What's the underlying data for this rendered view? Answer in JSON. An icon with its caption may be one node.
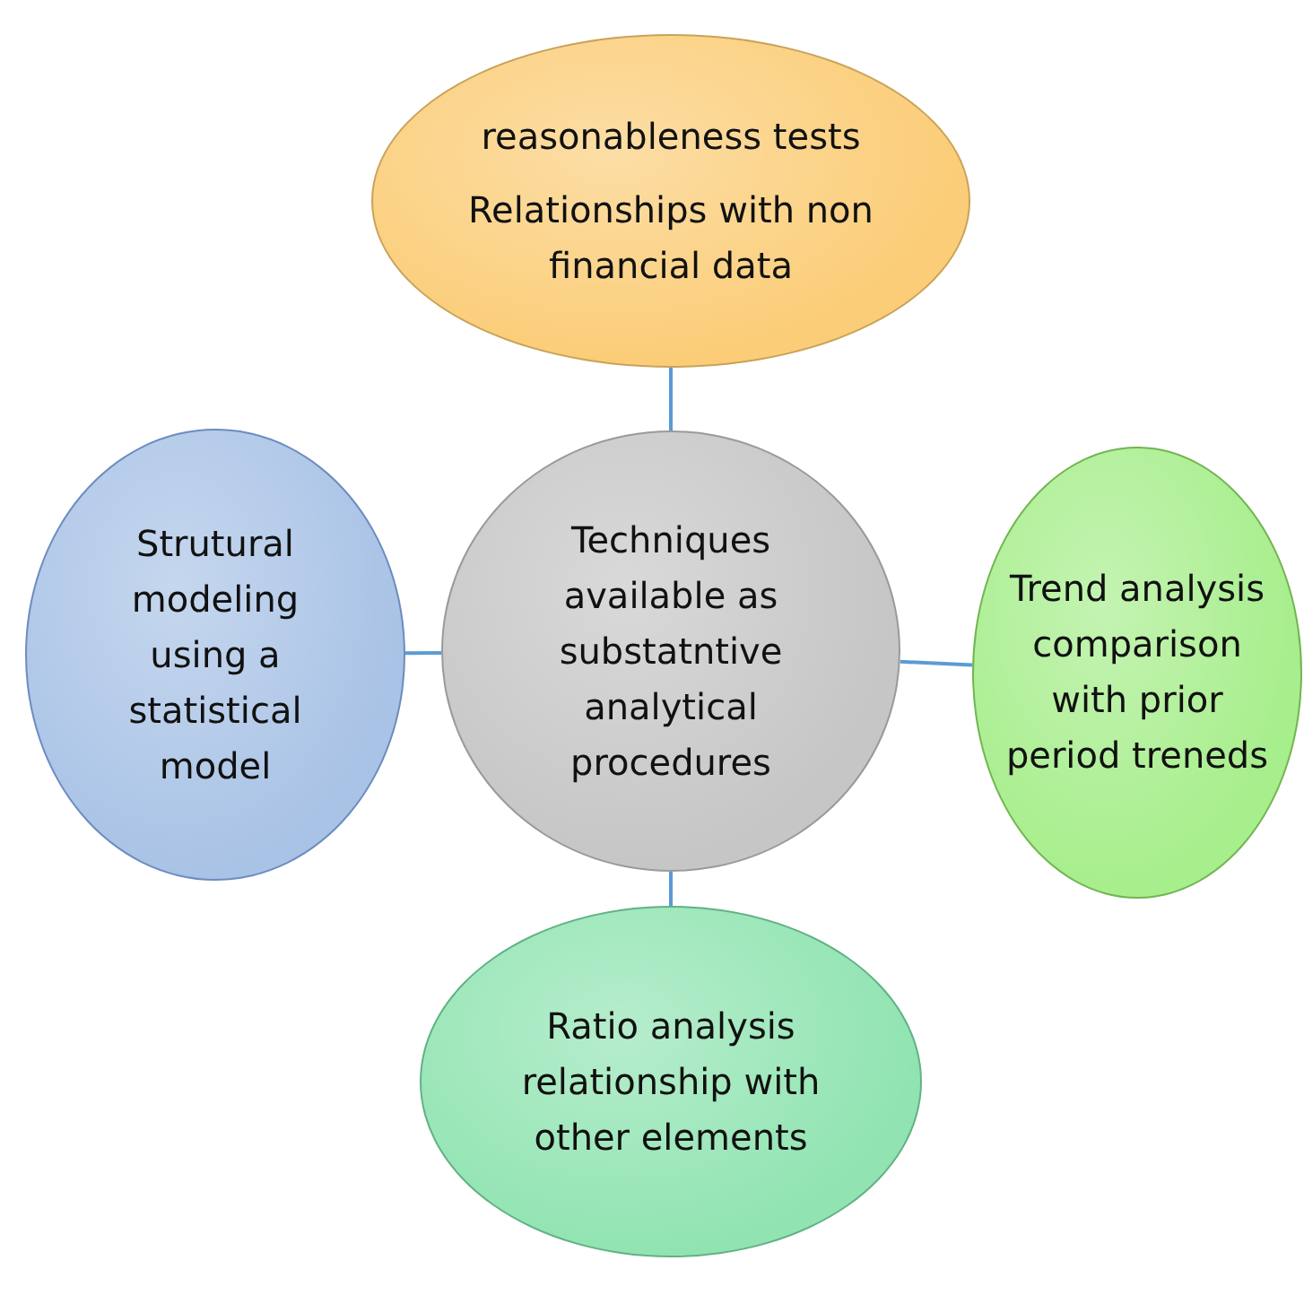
{
  "diagram": {
    "nodes": [
      {
        "text": [
          "reasonableness tests",
          "Relationships with non financial data"
        ]
      },
      {
        "text": [
          "Strutural modeling using a statistical model"
        ]
      },
      {
        "text": [
          "Techniques available as substatntive analytical procedures"
        ]
      },
      {
        "text": [
          "Trend analysis comparison with prior period treneds"
        ]
      },
      {
        "text": [
          "Ratio analysis relationship with other elements"
        ]
      }
    ],
    "edges": [
      {
        "from": 2,
        "to": 0,
        "arrow": "none"
      },
      {
        "from": 2,
        "to": 1,
        "arrow": "none"
      },
      {
        "from": 2,
        "to": 3,
        "arrow": "none"
      },
      {
        "from": 2,
        "to": 4,
        "arrow": "none"
      }
    ]
  }
}
